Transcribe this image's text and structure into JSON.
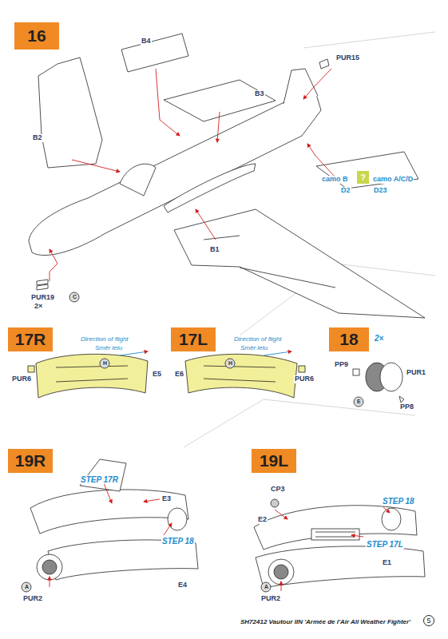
{
  "diagram": {
    "nodes": [
      {
        "text": [
          "16"
        ]
      },
      {
        "text": [
          "?"
        ]
      },
      {
        "text": [
          "17R"
        ]
      },
      {
        "text": [
          "17L"
        ]
      },
      {
        "text": [
          "18"
        ]
      },
      {
        "text": [
          "19R"
        ]
      },
      {
        "text": [
          "19L"
        ]
      },
      {
        "text": [
          "5"
        ]
      }
    ],
    "labels": [
      "B4",
      "PUR15",
      "B2",
      "B3",
      "camo B",
      "camo A/C/D",
      "D2",
      "D23",
      "B1",
      "PUR19",
      "2×",
      "C",
      "Direction of flight",
      "Směr letu",
      "PUR6",
      "E5",
      "H",
      "Direction of flight",
      "Směr letu",
      "E6",
      "PUR6",
      "H",
      "2×",
      "PP9",
      "PUR1",
      "PP8",
      "E",
      "STEP 17R",
      "E3",
      "STEP 18",
      "E4",
      "PUR2",
      "A",
      "CP3",
      "E2",
      "STEP 18",
      "STEP 17L",
      "E1",
      "PUR2",
      "A",
      "SH72412 Vautour IIN 'Armée de l'Air All Weather Fighter'"
    ]
  }
}
